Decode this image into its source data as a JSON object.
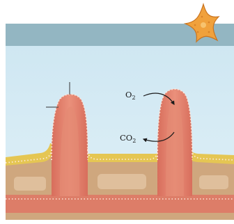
{
  "labels": {
    "oxygen": {
      "base": "O",
      "subscript": "2"
    },
    "carbon_dioxide": {
      "base": "CO",
      "subscript": "2"
    }
  },
  "icons": [
    "starfish-icon"
  ],
  "colors": {
    "water_surface": "#8fb3bf",
    "water": "#d7ecf5",
    "tissue": "#e07f6a",
    "epidermis": "#f2ae96",
    "dots": "#ffe7d8",
    "yellow_layer": "#e7c84f",
    "body_wall": "#cda47b",
    "starfish": "#f0a13c"
  }
}
